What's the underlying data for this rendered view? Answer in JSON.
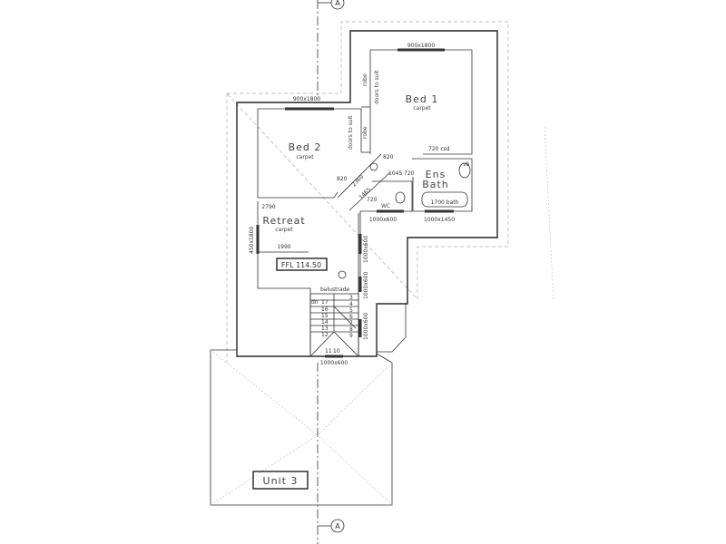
{
  "section_marker": {
    "label": "A"
  },
  "rooms": {
    "bed1": {
      "name": "Bed 1",
      "floor": "carpet"
    },
    "bed2": {
      "name": "Bed 2",
      "floor": "carpet"
    },
    "retreat": {
      "name": "Retreat",
      "floor": "carpet"
    },
    "ens_bath": {
      "line1": "Ens",
      "line2": "Bath"
    },
    "wc": {
      "name": "WC"
    },
    "robe_1": "robe",
    "robe_2": "robe"
  },
  "notes": {
    "doors_to_suit_1": "doors to suit",
    "doors_to_suit_2": "doors to suit",
    "balustrade": "balustrade",
    "dn": "dn",
    "csd": "720 csd",
    "bath": "1700 bath",
    "vb": "vb",
    "ffl": "FFL 114.50",
    "unit": "Unit 3"
  },
  "dimensions": {
    "win_bed1": "900x1800",
    "win_bed2": "900x1800",
    "d820a": "820",
    "d820b": "820",
    "d2360": "2360",
    "d1465": "1465",
    "d1045": "1045",
    "d720a": "720",
    "d720b": "720",
    "d2790": "2790",
    "d1990": "1990",
    "win_retreat": "450x1800",
    "win_wc": "1000x600",
    "win_bath": "1000x1450",
    "win_hall_1": "1000x600",
    "win_hall_2": "1000x600",
    "win_stair": "1000x600",
    "win_bottom": "1000x600"
  },
  "stairs": [
    "17",
    "16",
    "15",
    "14",
    "13",
    "12",
    "11",
    "10",
    "3",
    "4",
    "5",
    "6",
    "7",
    "8",
    "9"
  ]
}
